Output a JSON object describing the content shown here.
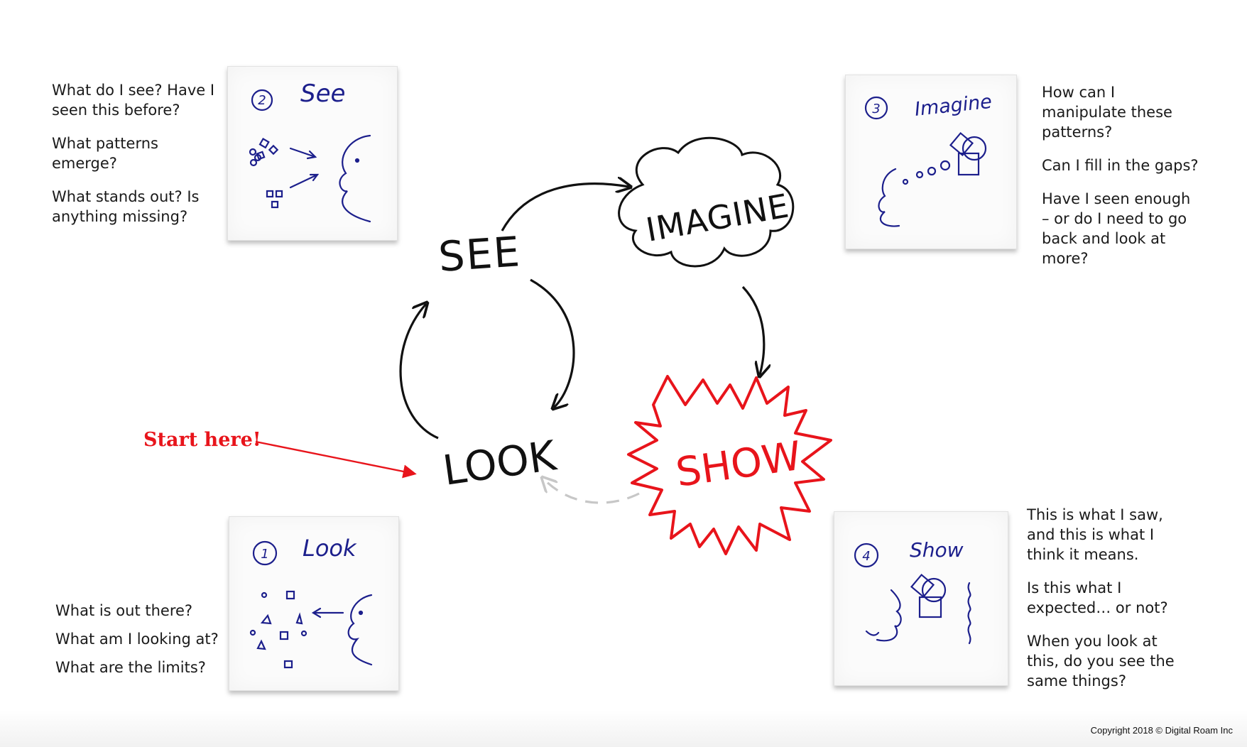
{
  "diagram": {
    "stages": [
      "SEE",
      "IMAGINE",
      "SHOW",
      "LOOK"
    ],
    "start_label": "Start here!"
  },
  "napkins": {
    "see": {
      "number": "2",
      "title": "See"
    },
    "imagine": {
      "number": "3",
      "title": "Imagine"
    },
    "look": {
      "number": "1",
      "title": "Look"
    },
    "show": {
      "number": "4",
      "title": "Show"
    }
  },
  "questions": {
    "see": [
      "What do I see? Have I seen this before?",
      "What patterns emerge?",
      "What stands out? Is anything missing?"
    ],
    "imagine": [
      "How can I manipulate these patterns?",
      "Can I fill in the gaps?",
      "Have I seen enough – or do I need to go back and look at more?"
    ],
    "look": [
      "What is out there?",
      "What am I looking at?",
      "What are the limits?"
    ],
    "show": [
      "This is what I saw, and this is what I think it means.",
      "Is this what I expected… or not?",
      "When you look at this, do you see the same things?"
    ]
  },
  "footer": {
    "copyright": "Copyright 2018 © Digital Roam Inc"
  },
  "colors": {
    "ink": "#111111",
    "accent": "#e8141b",
    "pen": "#1c1f8c",
    "faint": "#c7c7c7"
  }
}
